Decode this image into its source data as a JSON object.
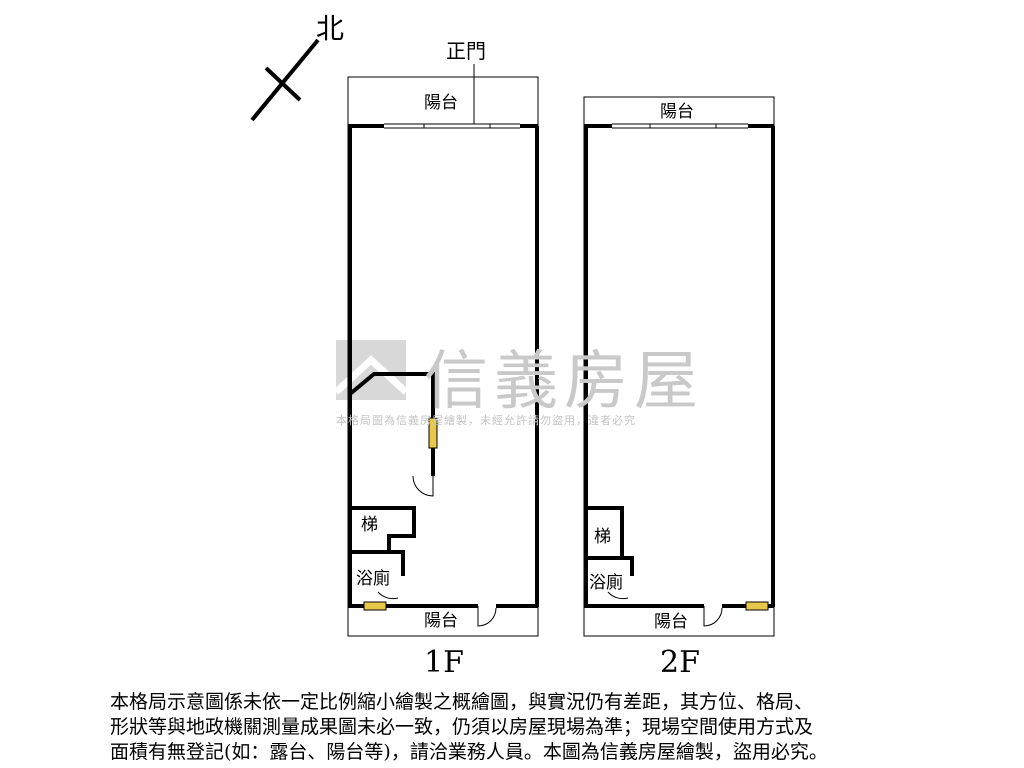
{
  "compass": {
    "label": "北"
  },
  "entrance": {
    "label": "正門"
  },
  "floor1": {
    "label": "1F",
    "front_balcony": "陽台",
    "rear_balcony": "陽台",
    "stairs": "梯",
    "bathroom": "浴廁"
  },
  "floor2": {
    "label": "2F",
    "front_balcony": "陽台",
    "rear_balcony": "陽台",
    "stairs": "梯",
    "bathroom": "浴廁"
  },
  "watermark": {
    "brand": "信義房屋",
    "notice": "本格局圖為信義房屋繪製，未經允許請勿盜用，違者必究"
  },
  "disclaimer": {
    "line1": "本格局示意圖係未依一定比例縮小繪製之概繪圖，與實況仍有差距，其方位、格局、",
    "line2": "形狀等與地政機關測量成果圖未必一致，仍須以房屋現場為準；現場空間使用方式及",
    "line3": "面積有無登記(如：露台、陽台等)，請洽業務人員。本圖為信義房屋繪製，盜用必究。"
  },
  "colors": {
    "wall": "#000000",
    "door_fill": "#e8c84a",
    "watermark": "#c9c9c9"
  }
}
